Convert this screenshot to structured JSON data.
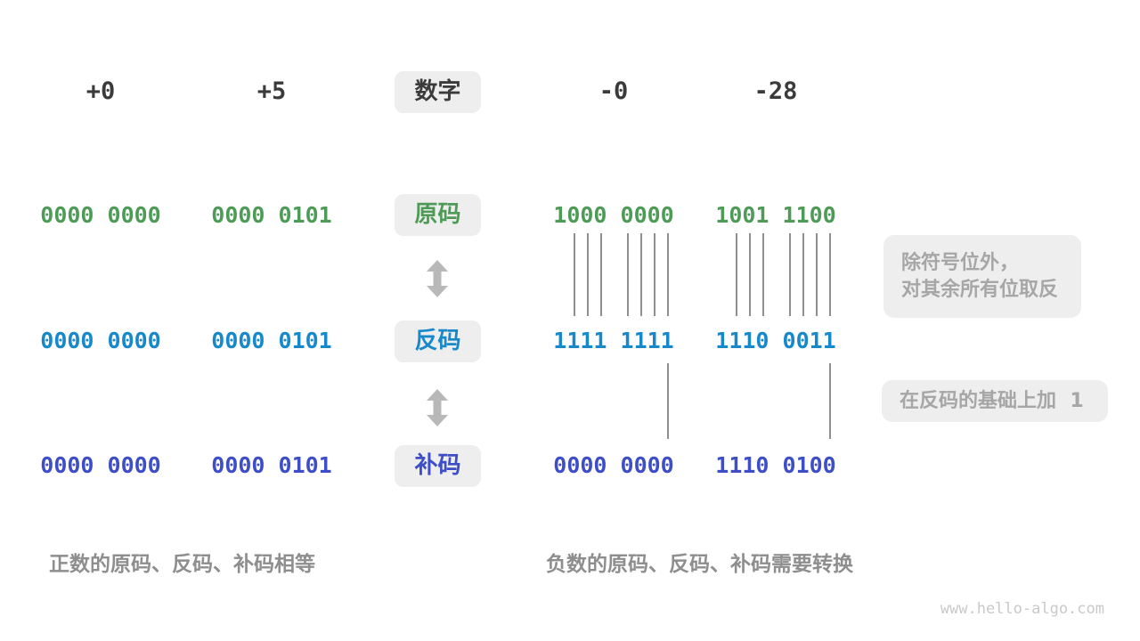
{
  "colors": {
    "sign_magnitude": "#4E9B57",
    "ones_complement": "#1789CA",
    "twos_complement": "#3D4EC6",
    "header_text": "#3B3B3B",
    "caption": "#8E8E8E",
    "note_text": "#A6A6A6",
    "box_bg": "#EEEEEE",
    "line": "#8F8F8F",
    "arrow": "#B8B8B8",
    "watermark": "#C9C9C9"
  },
  "header": {
    "values": [
      "+0",
      "+5",
      "-0",
      "-28"
    ],
    "label": "数字"
  },
  "rows": [
    {
      "id": "sign-magnitude",
      "label": "原码",
      "values": [
        "0000 0000",
        "0000 0101",
        "1000 0000",
        "1001 1100"
      ]
    },
    {
      "id": "ones-complement",
      "label": "反码",
      "values": [
        "0000 0000",
        "0000 0101",
        "1111 1111",
        "1110 0011"
      ]
    },
    {
      "id": "twos-complement",
      "label": "补码",
      "values": [
        "0000 0000",
        "0000 0101",
        "0000 0000",
        "1110 0100"
      ]
    }
  ],
  "annotations": {
    "invert_note_line1": "除符号位外，",
    "invert_note_line2": "对其余所有位取反",
    "add_one_note": "在反码的基础上加  1"
  },
  "captions": {
    "positive": "正数的原码、反码、补码相等",
    "negative": "负数的原码、反码、补码需要转换"
  },
  "watermark": "www.hello-algo.com"
}
